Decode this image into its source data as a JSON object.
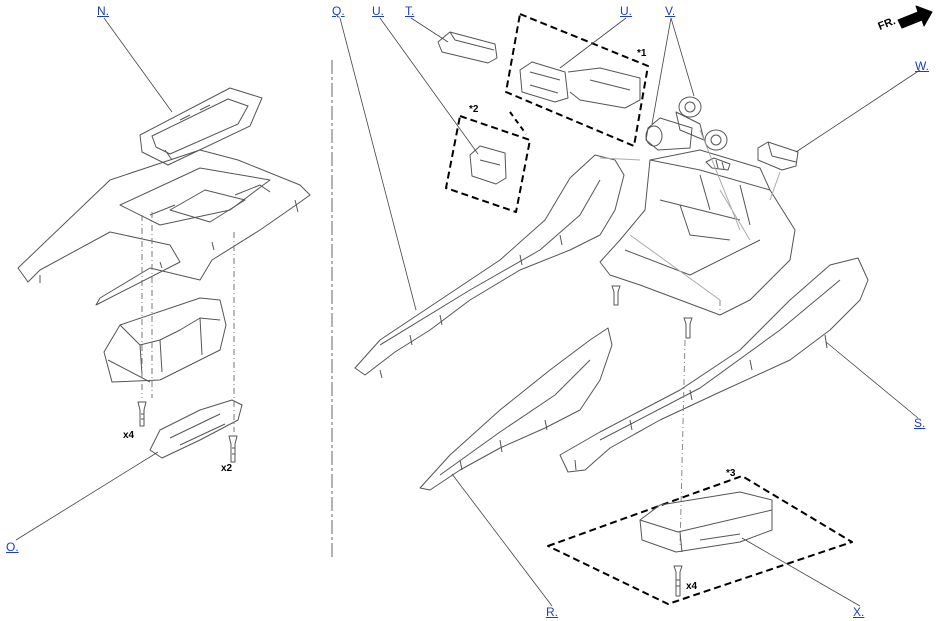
{
  "callouts": {
    "N": "N.",
    "O": "O.",
    "Q": "Q.",
    "U1": "U.",
    "T": "T.",
    "U2": "U.",
    "V": "V.",
    "W": "W.",
    "S": "S.",
    "R": "R.",
    "X": "X."
  },
  "notes": {
    "star1": "*1",
    "star2": "*2",
    "star3": "*3",
    "qty_left_x4": "x4",
    "qty_left_x2": "x2",
    "qty_bottom_x4": "x4"
  },
  "direction": {
    "label": "FR."
  },
  "colors": {
    "line": "#555555",
    "link": "#1a3fbf",
    "leader": "#444444"
  }
}
